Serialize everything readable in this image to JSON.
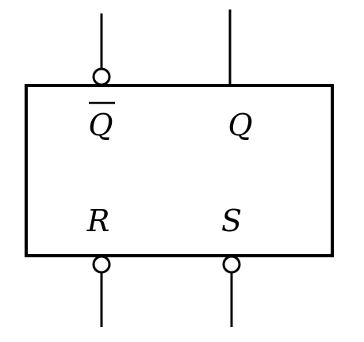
{
  "diagram": {
    "type": "rs-latch",
    "labels": {
      "q_bar": "Q",
      "q": "Q",
      "r": "R",
      "s": "S"
    },
    "pins": [
      {
        "name": "Q̄",
        "side": "top",
        "inverted": true
      },
      {
        "name": "Q",
        "side": "top",
        "inverted": false
      },
      {
        "name": "R",
        "side": "bottom",
        "inverted": true
      },
      {
        "name": "S",
        "side": "bottom",
        "inverted": true
      }
    ],
    "colors": {
      "stroke": "#000000",
      "background": "#ffffff"
    }
  }
}
